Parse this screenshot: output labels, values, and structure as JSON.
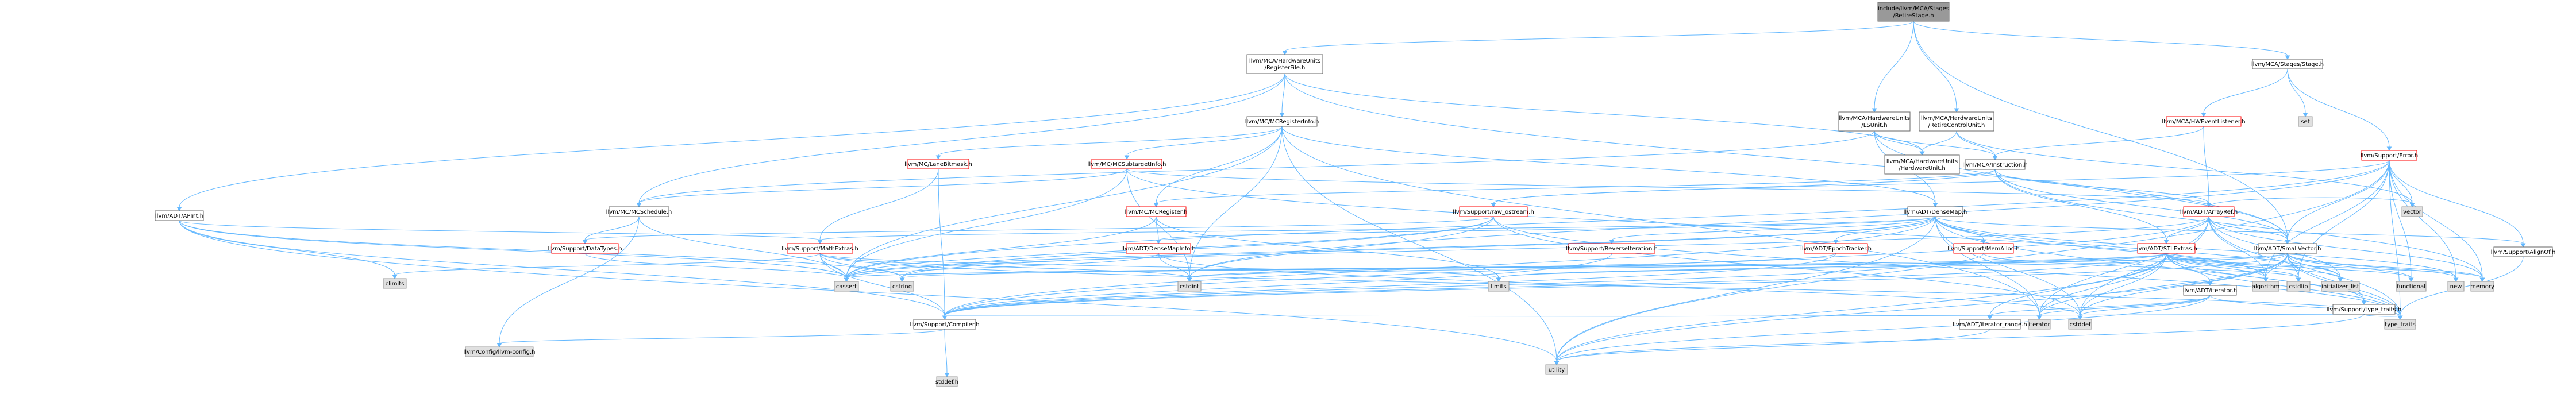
{
  "colors": {
    "root_fill": "#999999",
    "root_stroke": "#666666",
    "node_fill": "#ffffff",
    "node_stroke": "#666666",
    "red_node_stroke": "#ff0000",
    "external_fill": "#e0e0e0",
    "external_stroke": "#999999",
    "edge": "#63b8ff",
    "text": "#000000"
  },
  "nodes": [
    {
      "id": "root",
      "kind": "root",
      "lines": [
        "include/llvm/MCA/Stages",
        "/RetireStage.h"
      ]
    },
    {
      "id": "regfile",
      "kind": "normal",
      "lines": [
        "llvm/MCA/HardwareUnits",
        "/RegisterFile.h"
      ]
    },
    {
      "id": "lsunit",
      "kind": "normal",
      "lines": [
        "llvm/MCA/HardwareUnits",
        "/LSUnit.h"
      ]
    },
    {
      "id": "rcu",
      "kind": "normal",
      "lines": [
        "llvm/MCA/HardwareUnits",
        "/RetireControlUnit.h"
      ]
    },
    {
      "id": "stage",
      "kind": "normal",
      "lines": [
        "llvm/MCA/Stages/Stage.h"
      ]
    },
    {
      "id": "mcreginfo",
      "kind": "normal",
      "lines": [
        "llvm/MC/MCRegisterInfo.h"
      ]
    },
    {
      "id": "hwunit",
      "kind": "normal",
      "lines": [
        "llvm/MCA/HardwareUnits",
        "/HardwareUnit.h"
      ]
    },
    {
      "id": "instruction",
      "kind": "normal",
      "lines": [
        "llvm/MCA/Instruction.h"
      ]
    },
    {
      "id": "hweventlistener",
      "kind": "red",
      "lines": [
        "llvm/MCA/HWEventListener.h"
      ]
    },
    {
      "id": "set",
      "kind": "external",
      "lines": [
        "set"
      ]
    },
    {
      "id": "error",
      "kind": "red",
      "lines": [
        "llvm/Support/Error.h"
      ]
    },
    {
      "id": "apint",
      "kind": "normal",
      "lines": [
        "llvm/ADT/APInt.h"
      ]
    },
    {
      "id": "lanebitmask",
      "kind": "red",
      "lines": [
        "llvm/MC/LaneBitmask.h"
      ]
    },
    {
      "id": "subtargetinfo",
      "kind": "red",
      "lines": [
        "llvm/MC/MCSubtargetInfo.h"
      ]
    },
    {
      "id": "mcschedule",
      "kind": "normal",
      "lines": [
        "llvm/MC/MCSchedule.h"
      ]
    },
    {
      "id": "mcregister",
      "kind": "red",
      "lines": [
        "llvm/MC/MCRegister.h"
      ]
    },
    {
      "id": "rawostream",
      "kind": "red",
      "lines": [
        "llvm/Support/raw_ostream.h"
      ]
    },
    {
      "id": "densemap",
      "kind": "normal",
      "lines": [
        "llvm/ADT/DenseMap.h"
      ]
    },
    {
      "id": "arrayref",
      "kind": "red",
      "lines": [
        "llvm/ADT/ArrayRef.h"
      ]
    },
    {
      "id": "vector",
      "kind": "external",
      "lines": [
        "vector"
      ]
    },
    {
      "id": "datatypes",
      "kind": "red",
      "lines": [
        "llvm/Support/DataTypes.h"
      ]
    },
    {
      "id": "mathextras",
      "kind": "red",
      "lines": [
        "llvm/Support/MathExtras.h"
      ]
    },
    {
      "id": "densemapinfo",
      "kind": "red",
      "lines": [
        "llvm/ADT/DenseMapInfo.h"
      ]
    },
    {
      "id": "reverseiteration",
      "kind": "red",
      "lines": [
        "llvm/Support/ReverseIteration.h"
      ]
    },
    {
      "id": "epochtracker",
      "kind": "red",
      "lines": [
        "llvm/ADT/EpochTracker.h"
      ]
    },
    {
      "id": "memalloc",
      "kind": "red",
      "lines": [
        "llvm/Support/MemAlloc.h"
      ]
    },
    {
      "id": "stlextras",
      "kind": "red",
      "lines": [
        "llvm/ADT/STLExtras.h"
      ]
    },
    {
      "id": "smallvector",
      "kind": "normal",
      "lines": [
        "llvm/ADT/SmallVector.h"
      ]
    },
    {
      "id": "alignof",
      "kind": "normal",
      "lines": [
        "llvm/Support/AlignOf.h"
      ]
    },
    {
      "id": "climits",
      "kind": "external",
      "lines": [
        "climits"
      ]
    },
    {
      "id": "cassert",
      "kind": "external",
      "lines": [
        "cassert"
      ]
    },
    {
      "id": "cstring",
      "kind": "external",
      "lines": [
        "cstring"
      ]
    },
    {
      "id": "cstdint",
      "kind": "external",
      "lines": [
        "cstdint"
      ]
    },
    {
      "id": "limits",
      "kind": "external",
      "lines": [
        "limits"
      ]
    },
    {
      "id": "adtiterator",
      "kind": "normal",
      "lines": [
        "llvm/ADT/iterator.h"
      ]
    },
    {
      "id": "algorithm",
      "kind": "external",
      "lines": [
        "algorithm"
      ]
    },
    {
      "id": "cstdlib",
      "kind": "external",
      "lines": [
        "cstdlib"
      ]
    },
    {
      "id": "initializer_list",
      "kind": "external",
      "lines": [
        "initializer_list"
      ]
    },
    {
      "id": "functional",
      "kind": "external",
      "lines": [
        "functional"
      ]
    },
    {
      "id": "new",
      "kind": "external",
      "lines": [
        "new"
      ]
    },
    {
      "id": "memory",
      "kind": "external",
      "lines": [
        "memory"
      ]
    },
    {
      "id": "typetraits_support",
      "kind": "normal",
      "lines": [
        "llvm/Support/type_traits.h"
      ]
    },
    {
      "id": "compiler",
      "kind": "normal",
      "lines": [
        "llvm/Support/Compiler.h"
      ]
    },
    {
      "id": "iterator_range",
      "kind": "normal",
      "lines": [
        "llvm/ADT/iterator_range.h"
      ]
    },
    {
      "id": "iterator",
      "kind": "external",
      "lines": [
        "iterator"
      ]
    },
    {
      "id": "cstddef",
      "kind": "external",
      "lines": [
        "cstddef"
      ]
    },
    {
      "id": "type_traits",
      "kind": "external",
      "lines": [
        "type_traits"
      ]
    },
    {
      "id": "llvmconfig",
      "kind": "external",
      "lines": [
        "llvm/Config/llvm-config.h"
      ]
    },
    {
      "id": "utility",
      "kind": "external",
      "lines": [
        "utility"
      ]
    },
    {
      "id": "stddef",
      "kind": "external",
      "lines": [
        "stddef.h"
      ]
    }
  ],
  "edges": [
    [
      "root",
      "regfile"
    ],
    [
      "root",
      "lsunit"
    ],
    [
      "root",
      "rcu"
    ],
    [
      "root",
      "stage"
    ],
    [
      "root",
      "smallvector"
    ],
    [
      "regfile",
      "apint"
    ],
    [
      "regfile",
      "mcreginfo"
    ],
    [
      "regfile",
      "mcschedule"
    ],
    [
      "regfile",
      "hwunit"
    ],
    [
      "regfile",
      "smallvector"
    ],
    [
      "lsunit",
      "hwunit"
    ],
    [
      "lsunit",
      "instruction"
    ],
    [
      "lsunit",
      "mcschedule"
    ],
    [
      "lsunit",
      "densemap"
    ],
    [
      "lsunit",
      "smallvector"
    ],
    [
      "rcu",
      "hwunit"
    ],
    [
      "rcu",
      "instruction"
    ],
    [
      "rcu",
      "vector"
    ],
    [
      "stage",
      "hweventlistener"
    ],
    [
      "stage",
      "error"
    ],
    [
      "stage",
      "set"
    ],
    [
      "hweventlistener",
      "instruction"
    ],
    [
      "hweventlistener",
      "arrayref"
    ],
    [
      "instruction",
      "arrayref"
    ],
    [
      "instruction",
      "stlextras"
    ],
    [
      "instruction",
      "smallvector"
    ],
    [
      "instruction",
      "mcregister"
    ],
    [
      "instruction",
      "rawostream"
    ],
    [
      "instruction",
      "memory"
    ],
    [
      "error",
      "rawostream"
    ],
    [
      "error",
      "smallvector"
    ],
    [
      "error",
      "alignof"
    ],
    [
      "error",
      "vector"
    ],
    [
      "error",
      "algorithm"
    ],
    [
      "error",
      "cassert"
    ],
    [
      "error",
      "memory"
    ],
    [
      "error",
      "new"
    ],
    [
      "error",
      "functional"
    ],
    [
      "error",
      "type_traits"
    ],
    [
      "error",
      "utility"
    ],
    [
      "error",
      "cstdint"
    ],
    [
      "error",
      "cstdlib"
    ],
    [
      "mcreginfo",
      "lanebitmask"
    ],
    [
      "mcreginfo",
      "subtargetinfo"
    ],
    [
      "mcreginfo",
      "mcregister"
    ],
    [
      "mcreginfo",
      "densemap"
    ],
    [
      "mcreginfo",
      "cassert"
    ],
    [
      "mcreginfo",
      "cstdint"
    ],
    [
      "mcreginfo",
      "iterator"
    ],
    [
      "mcreginfo",
      "utility"
    ],
    [
      "subtargetinfo",
      "mcschedule"
    ],
    [
      "subtargetinfo",
      "arrayref"
    ],
    [
      "subtargetinfo",
      "algorithm"
    ],
    [
      "subtargetinfo",
      "cassert"
    ],
    [
      "subtargetinfo",
      "cstdint"
    ],
    [
      "lanebitmask",
      "mathextras"
    ],
    [
      "lanebitmask",
      "compiler"
    ],
    [
      "mcschedule",
      "datatypes"
    ],
    [
      "mcschedule",
      "cassert"
    ],
    [
      "mcschedule",
      "llvmconfig"
    ],
    [
      "mcregister",
      "densemapinfo"
    ],
    [
      "mcregister",
      "cassert"
    ],
    [
      "mcregister",
      "limits"
    ],
    [
      "rawostream",
      "datatypes"
    ],
    [
      "rawostream",
      "cassert"
    ],
    [
      "rawostream",
      "cstddef"
    ],
    [
      "rawostream",
      "cstdint"
    ],
    [
      "rawostream",
      "cstring"
    ],
    [
      "rawostream",
      "type_traits"
    ],
    [
      "densemap",
      "densemapinfo"
    ],
    [
      "densemap",
      "epochtracker"
    ],
    [
      "densemap",
      "reverseiteration"
    ],
    [
      "densemap",
      "memalloc"
    ],
    [
      "densemap",
      "mathextras"
    ],
    [
      "densemap",
      "compiler"
    ],
    [
      "densemap",
      "alignof"
    ],
    [
      "densemap",
      "algorithm"
    ],
    [
      "densemap",
      "cassert"
    ],
    [
      "densemap",
      "cstddef"
    ],
    [
      "densemap",
      "cstring"
    ],
    [
      "densemap",
      "initializer_list"
    ],
    [
      "densemap",
      "iterator"
    ],
    [
      "densemap",
      "new"
    ],
    [
      "densemap",
      "type_traits"
    ],
    [
      "densemap",
      "utility"
    ],
    [
      "arrayref",
      "stlextras"
    ],
    [
      "arrayref",
      "smallvector"
    ],
    [
      "arrayref",
      "compiler"
    ],
    [
      "arrayref",
      "algorithm"
    ],
    [
      "arrayref",
      "cassert"
    ],
    [
      "arrayref",
      "cstddef"
    ],
    [
      "arrayref",
      "initializer_list"
    ],
    [
      "arrayref",
      "iterator"
    ],
    [
      "arrayref",
      "memory"
    ],
    [
      "arrayref",
      "type_traits"
    ],
    [
      "arrayref",
      "vector"
    ],
    [
      "apint",
      "mathextras"
    ],
    [
      "apint",
      "compiler"
    ],
    [
      "apint",
      "cassert"
    ],
    [
      "apint",
      "climits"
    ],
    [
      "apint",
      "cstring"
    ],
    [
      "apint",
      "utility"
    ],
    [
      "mathextras",
      "compiler"
    ],
    [
      "mathextras",
      "cassert"
    ],
    [
      "mathextras",
      "climits"
    ],
    [
      "mathextras",
      "cstring"
    ],
    [
      "mathextras",
      "cstdint"
    ],
    [
      "mathextras",
      "limits"
    ],
    [
      "mathextras",
      "type_traits"
    ],
    [
      "densemapinfo",
      "cassert"
    ],
    [
      "densemapinfo",
      "cstddef"
    ],
    [
      "densemapinfo",
      "cstdint"
    ],
    [
      "densemapinfo",
      "tuple_placeholder"
    ],
    [
      "stlextras",
      "adtiterator"
    ],
    [
      "stlextras",
      "iterator_range"
    ],
    [
      "stlextras",
      "compiler"
    ],
    [
      "stlextras",
      "algorithm"
    ],
    [
      "stlextras",
      "cassert"
    ],
    [
      "stlextras",
      "cstddef"
    ],
    [
      "stlextras",
      "cstdint"
    ],
    [
      "stlextras",
      "cstdlib"
    ],
    [
      "stlextras",
      "functional"
    ],
    [
      "stlextras",
      "initializer_list"
    ],
    [
      "stlextras",
      "iterator"
    ],
    [
      "stlextras",
      "limits"
    ],
    [
      "stlextras",
      "memory"
    ],
    [
      "stlextras",
      "type_traits"
    ],
    [
      "stlextras",
      "utility"
    ],
    [
      "stlextras",
      "typetraits_support"
    ],
    [
      "smallvector",
      "compiler"
    ],
    [
      "smallvector",
      "typetraits_support"
    ],
    [
      "smallvector",
      "algorithm"
    ],
    [
      "smallvector",
      "cassert"
    ],
    [
      "smallvector",
      "cstddef"
    ],
    [
      "smallvector",
      "cstdlib"
    ],
    [
      "smallvector",
      "cstring"
    ],
    [
      "smallvector",
      "functional"
    ],
    [
      "smallvector",
      "initializer_list"
    ],
    [
      "smallvector",
      "iterator"
    ],
    [
      "smallvector",
      "limits"
    ],
    [
      "smallvector",
      "memory"
    ],
    [
      "smallvector",
      "new"
    ],
    [
      "smallvector",
      "type_traits"
    ],
    [
      "smallvector",
      "utility"
    ],
    [
      "memalloc",
      "compiler"
    ],
    [
      "memalloc",
      "cstdlib"
    ],
    [
      "alignof",
      "type_traits"
    ],
    [
      "adtiterator",
      "iterator_range"
    ],
    [
      "adtiterator",
      "cstddef"
    ],
    [
      "adtiterator",
      "iterator"
    ],
    [
      "adtiterator",
      "type_traits"
    ],
    [
      "adtiterator",
      "utility"
    ],
    [
      "iterator_range",
      "utility"
    ],
    [
      "typetraits_support",
      "compiler"
    ],
    [
      "typetraits_support",
      "type_traits"
    ],
    [
      "typetraits_support",
      "utility"
    ],
    [
      "compiler",
      "llvmconfig"
    ],
    [
      "compiler",
      "stddef"
    ],
    [
      "epochtracker",
      "compiler"
    ],
    [
      "epochtracker",
      "cstdint"
    ],
    [
      "reverseiteration",
      "compiler"
    ],
    [
      "datatypes",
      "cassert"
    ]
  ]
}
